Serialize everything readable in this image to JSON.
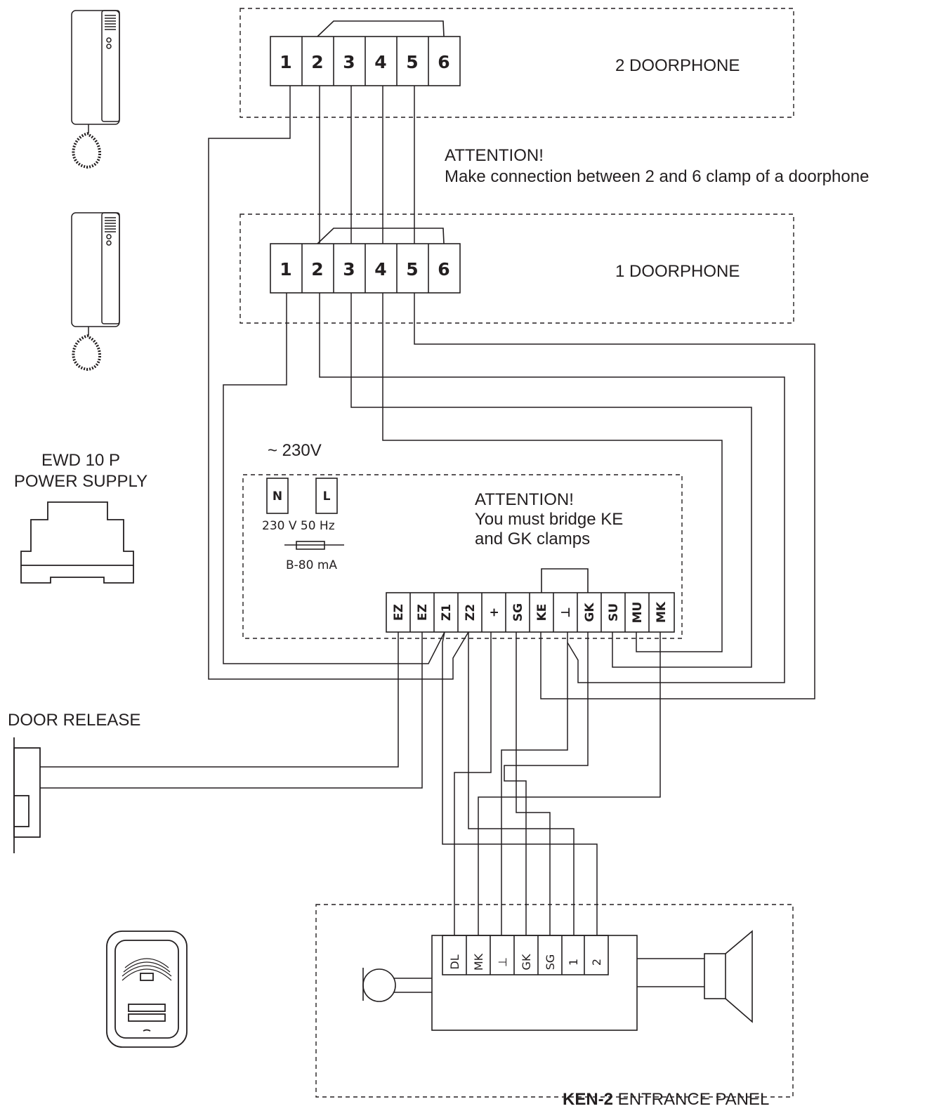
{
  "doorphone2": {
    "label": "2 DOORPHONE",
    "terminals": [
      "1",
      "2",
      "3",
      "4",
      "5",
      "6"
    ]
  },
  "doorphone1": {
    "label": "1 DOORPHONE",
    "terminals": [
      "1",
      "2",
      "3",
      "4",
      "5",
      "6"
    ]
  },
  "attention_doorphone": {
    "title": "ATTENTION!",
    "text": "Make connection between 2 and 6 clamp of a doorphone"
  },
  "mains": {
    "label": "~ 230V",
    "terminal_n": "N",
    "terminal_l": "L",
    "rating": "230 V 50 Hz",
    "fuse": "B-80 mA"
  },
  "power_supply": {
    "label_line1": "EWD 10 P",
    "label_line2": "POWER SUPPLY",
    "terminals": [
      "EZ",
      "EZ",
      "Z1",
      "Z2",
      "+",
      "SG",
      "KE",
      "⊥",
      "GK",
      "SU",
      "MU",
      "MK"
    ]
  },
  "attention_psu": {
    "title": "ATTENTION!",
    "text": "You must bridge KE\nand GK clamps"
  },
  "door_release": {
    "label": "DOOR RELEASE"
  },
  "entrance_panel": {
    "label_bold": "KEN-2",
    "label_rest": " ENTRANCE PANEL",
    "terminals": [
      "DL",
      "MK",
      "⊥",
      "GK",
      "SG",
      "1",
      "2"
    ]
  }
}
